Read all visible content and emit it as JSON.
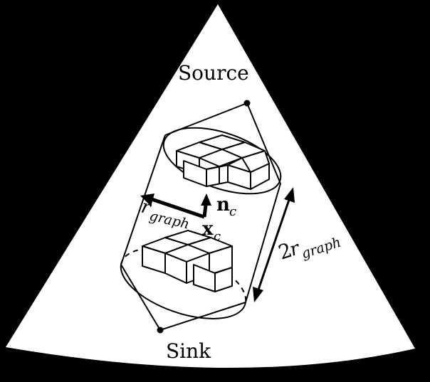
{
  "labels": {
    "source": "Source",
    "sink": "Sink",
    "radius_main": "r",
    "radius_sub": "graph",
    "normal_main": "n",
    "normal_sub": "c",
    "center_main": "x",
    "center_sub": "c",
    "height_coef": "2",
    "height_main": "r",
    "height_sub": "graph"
  },
  "colors": {
    "background": "#000000",
    "cone": "#ffffff",
    "stroke": "#000000"
  }
}
